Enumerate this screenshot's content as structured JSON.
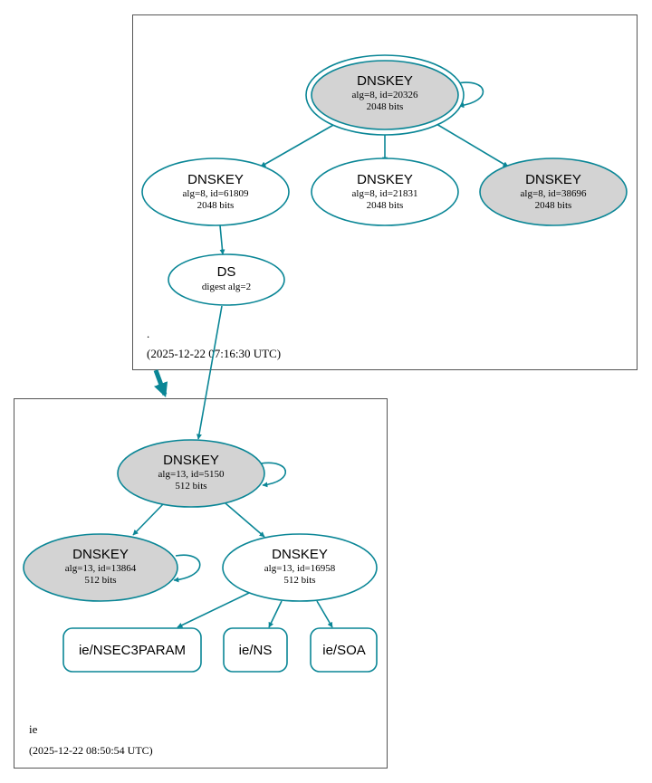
{
  "colors": {
    "edge": "#0a8696",
    "node_fill_gray": "#d3d3d3",
    "node_fill_white": "#ffffff",
    "zone_border": "#555555",
    "text": "#000000"
  },
  "zones": {
    "root": {
      "name": ".",
      "timestamp": "(2025-12-22 07:16:30 UTC)"
    },
    "ie": {
      "name": "ie",
      "timestamp": "(2025-12-22 08:50:54 UTC)"
    }
  },
  "nodes": {
    "root_ksk": {
      "title": "DNSKEY",
      "line1": "alg=8, id=20326",
      "line2": "2048 bits"
    },
    "root_zsk_61809": {
      "title": "DNSKEY",
      "line1": "alg=8, id=61809",
      "line2": "2048 bits"
    },
    "root_zsk_21831": {
      "title": "DNSKEY",
      "line1": "alg=8, id=21831",
      "line2": "2048 bits"
    },
    "root_key_38696": {
      "title": "DNSKEY",
      "line1": "alg=8, id=38696",
      "line2": "2048 bits"
    },
    "root_ds": {
      "title": "DS",
      "line1": "digest alg=2"
    },
    "ie_ksk_5150": {
      "title": "DNSKEY",
      "line1": "alg=13, id=5150",
      "line2": "512 bits"
    },
    "ie_key_13864": {
      "title": "DNSKEY",
      "line1": "alg=13, id=13864",
      "line2": "512 bits"
    },
    "ie_zsk_16958": {
      "title": "DNSKEY",
      "line1": "alg=13, id=16958",
      "line2": "512 bits"
    },
    "ie_nsec3param": {
      "label": "ie/NSEC3PARAM"
    },
    "ie_ns": {
      "label": "ie/NS"
    },
    "ie_soa": {
      "label": "ie/SOA"
    }
  }
}
